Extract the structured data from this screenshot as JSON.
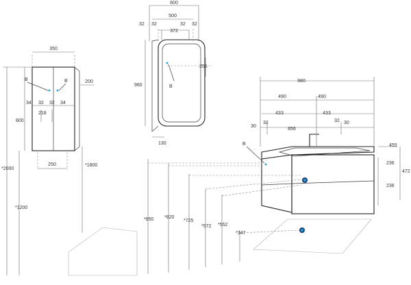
{
  "colors": {
    "line": "#1e1e1e",
    "dimension": "#6a6a6a",
    "marker_blue": "#1aa0d6",
    "marker_dark": "#1c3f7a",
    "floor": "#b0b0b0"
  },
  "cabinet": {
    "width_top": "350",
    "width_bottom": "250",
    "depth": "200",
    "height": "800",
    "left_offset": "34",
    "inner_a": "32",
    "inner_b": "32",
    "right_offset": "34",
    "inner_height": "218",
    "mount_height": "*2000",
    "bottom_height": "*1200",
    "floor_height": "*1800",
    "marker_left": "B",
    "marker_right": "B"
  },
  "mirror": {
    "width_outer": "600",
    "width_mid": "500",
    "width_inner": "372",
    "edge_top_left_a": "32",
    "edge_top_left_b": "32",
    "edge_top_right_a": "32",
    "edge_top_right_b": "32",
    "height": "960",
    "side_height": "255",
    "depth": "130",
    "marker": "B"
  },
  "vanity": {
    "width": "980",
    "half_left": "490",
    "half_right": "490",
    "offset_left": "433",
    "offset_right": "433",
    "edge_left": "30",
    "gap_left": "32",
    "inner_width": "856",
    "gap_right": "32",
    "edge_right": "30",
    "depth": "455",
    "drawer_top": "236",
    "drawer_bottom": "236",
    "total_height": "472",
    "height_850": "*850",
    "height_820": "*820",
    "height_725": "*725",
    "height_572": "*572",
    "height_552": "*552",
    "height_347": "*347",
    "marker": "B"
  }
}
